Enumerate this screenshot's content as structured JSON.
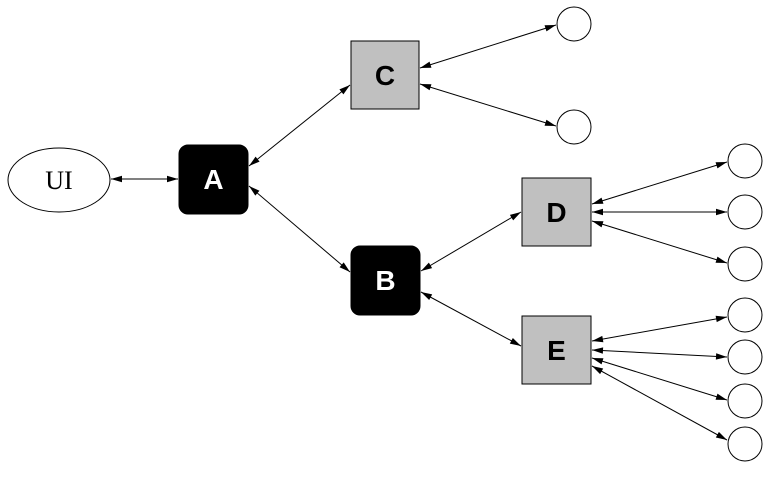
{
  "diagram": {
    "nodes": {
      "ui": {
        "label": "UI",
        "shape": "ellipse",
        "fill": "#ffffff",
        "text_color": "#000000"
      },
      "a": {
        "label": "A",
        "shape": "rounded-square",
        "fill": "#000000",
        "text_color": "#ffffff"
      },
      "b": {
        "label": "B",
        "shape": "rounded-square",
        "fill": "#000000",
        "text_color": "#ffffff"
      },
      "c": {
        "label": "C",
        "shape": "square",
        "fill": "#c0c0c0",
        "text_color": "#000000"
      },
      "d": {
        "label": "D",
        "shape": "square",
        "fill": "#c0c0c0",
        "text_color": "#000000"
      },
      "e": {
        "label": "E",
        "shape": "square",
        "fill": "#c0c0c0",
        "text_color": "#000000"
      }
    },
    "leaf_groups": {
      "c": 2,
      "d": 3,
      "e": 4
    },
    "edges": [
      {
        "from": "ui",
        "to": "a",
        "direction": "both"
      },
      {
        "from": "a",
        "to": "c",
        "direction": "both"
      },
      {
        "from": "a",
        "to": "b",
        "direction": "both"
      },
      {
        "from": "b",
        "to": "d",
        "direction": "both"
      },
      {
        "from": "b",
        "to": "e",
        "direction": "both"
      },
      {
        "from": "c",
        "to": "leaf",
        "direction": "both"
      },
      {
        "from": "d",
        "to": "leaf",
        "direction": "both"
      },
      {
        "from": "e",
        "to": "leaf",
        "direction": "both"
      }
    ]
  }
}
